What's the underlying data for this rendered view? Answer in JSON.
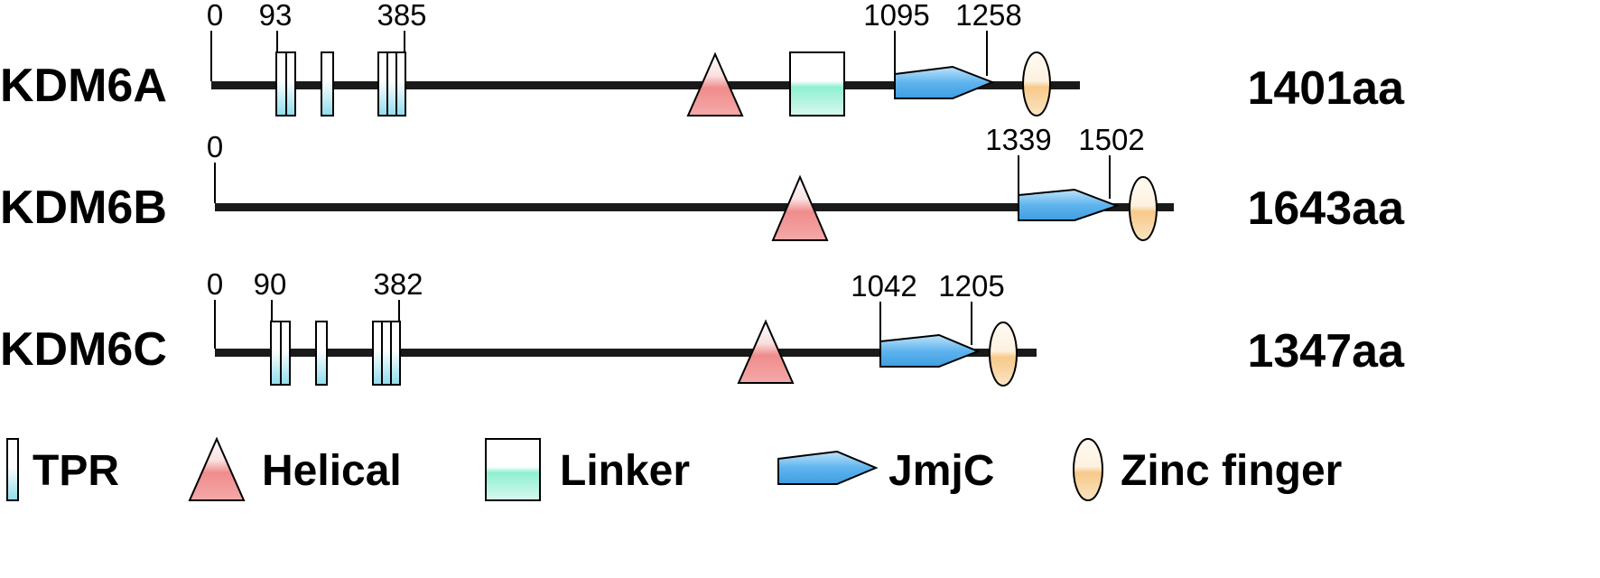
{
  "proteins": [
    {
      "name": "KDM6A",
      "length_label": "1401aa",
      "positions": [
        "0",
        "93",
        "385",
        "1095",
        "1258"
      ],
      "domains": [
        "TPR",
        "TPR",
        "TPR",
        "Helical",
        "Linker",
        "JmjC",
        "Zinc finger"
      ]
    },
    {
      "name": "KDM6B",
      "length_label": "1643aa",
      "positions": [
        "0",
        "1339",
        "1502"
      ],
      "domains": [
        "Helical",
        "JmjC",
        "Zinc finger"
      ]
    },
    {
      "name": "KDM6C",
      "length_label": "1347aa",
      "positions": [
        "0",
        "90",
        "382",
        "1042",
        "1205"
      ],
      "domains": [
        "TPR",
        "TPR",
        "TPR",
        "Helical",
        "JmjC",
        "Zinc finger"
      ]
    }
  ],
  "legend": [
    {
      "key": "tpr",
      "label": "TPR"
    },
    {
      "key": "helical",
      "label": "Helical"
    },
    {
      "key": "linker",
      "label": "Linker"
    },
    {
      "key": "jmjc",
      "label": "JmjC"
    },
    {
      "key": "zinc",
      "label": "Zinc finger"
    }
  ],
  "colors": {
    "tpr": "#8fdcec",
    "helical": "#f08c8c",
    "linker": "#8ff0d2",
    "jmjc": "#5fb4ee",
    "zinc": "#f7c98a",
    "backbone": "#1a1a1a"
  }
}
